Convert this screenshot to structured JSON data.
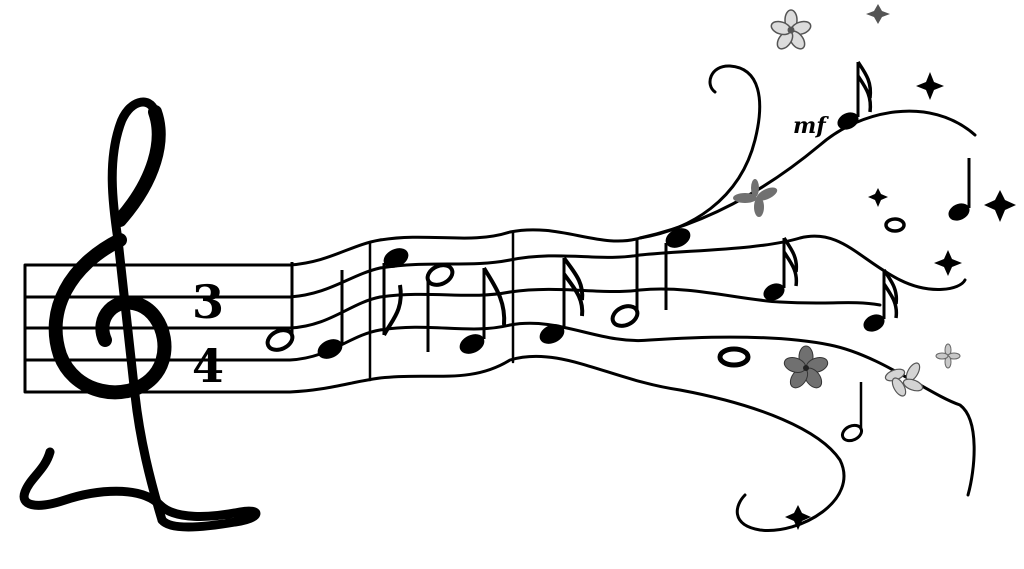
{
  "illustration": {
    "time_signature": {
      "top": "3",
      "bottom": "4"
    },
    "dynamic_marking": "mf",
    "colors": {
      "ink": "#000000",
      "flower_gray": "#707070",
      "flower_light": "#b8b8b8",
      "background": "#ffffff"
    },
    "icons": [
      "treble-clef-icon",
      "half-note-icon",
      "quarter-note-icon",
      "eighth-note-icon",
      "sixteenth-note-icon",
      "whole-note-icon",
      "flower-icon",
      "sparkle-icon"
    ]
  }
}
